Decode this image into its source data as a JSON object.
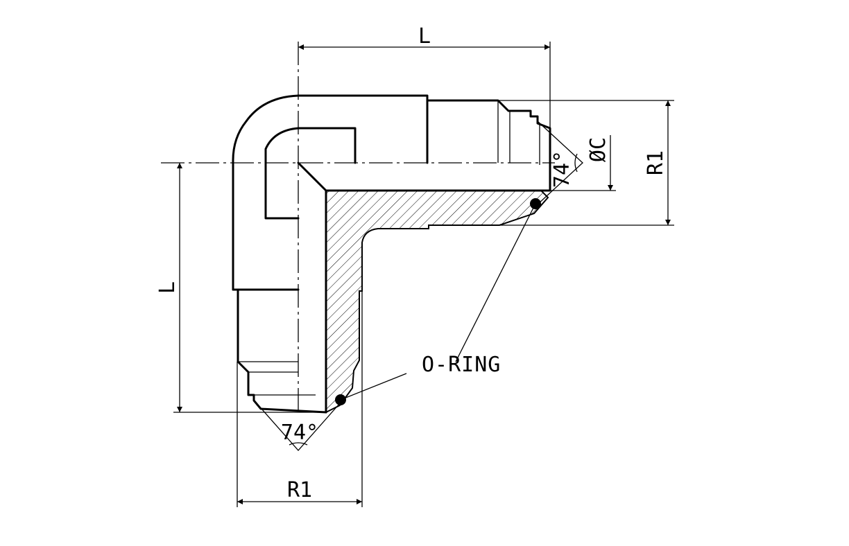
{
  "labels": {
    "length_top": "L",
    "length_left": "L",
    "r1_bottom": "R1",
    "r1_right": "R1",
    "diameter_c": "ØC",
    "angle_right": "74°",
    "angle_bottom": "74°",
    "oring": "O-RING"
  },
  "colors": {
    "line": "#000000",
    "background": "#ffffff"
  }
}
